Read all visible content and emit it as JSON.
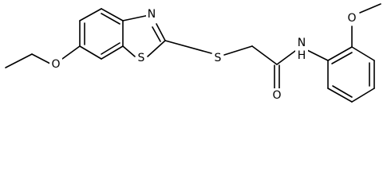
{
  "atom_labels": {
    "ring_nitrogen": "N",
    "ring_sulfur": "S",
    "thioether_sulfur": "S",
    "ethoxy_oxygen": "O",
    "carbonyl_oxygen": "O",
    "amide_nh": "N\nH",
    "methoxy_oxygen": "O"
  },
  "colors": {
    "bond": "#000000",
    "label": "#000000",
    "background": "#ffffff"
  }
}
